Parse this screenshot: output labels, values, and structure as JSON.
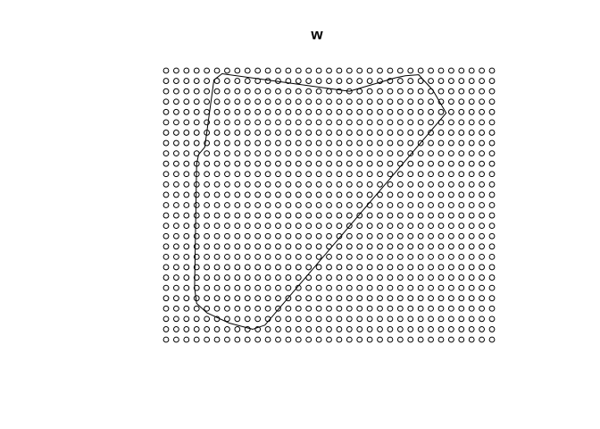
{
  "chart_data": {
    "type": "scatter",
    "title": "w",
    "xlabel": "",
    "ylabel": "",
    "grid": false,
    "axes_shown": false,
    "colors": {
      "points": "#000000",
      "outline": "#000000",
      "background": "#ffffff"
    },
    "point_grid": {
      "x_range": [
        1,
        33
      ],
      "y_range": [
        1,
        27
      ],
      "n_cols": 33,
      "n_rows": 27,
      "marker": "open-circle"
    },
    "window_outline": [
      [
        5.7,
        26.1
      ],
      [
        6.5,
        26.7
      ],
      [
        19.0,
        25.0
      ],
      [
        23.5,
        26.3
      ],
      [
        24.5,
        26.5
      ],
      [
        25.8,
        26.6
      ],
      [
        27.2,
        25.1
      ],
      [
        28.5,
        22.9
      ],
      [
        10.7,
        2.4
      ],
      [
        9.5,
        2.0
      ],
      [
        7.2,
        2.6
      ],
      [
        5.0,
        3.6
      ],
      [
        4.0,
        4.5
      ],
      [
        3.8,
        6.0
      ],
      [
        4.0,
        18.0
      ],
      [
        4.2,
        18.9
      ],
      [
        4.8,
        19.6
      ]
    ]
  }
}
